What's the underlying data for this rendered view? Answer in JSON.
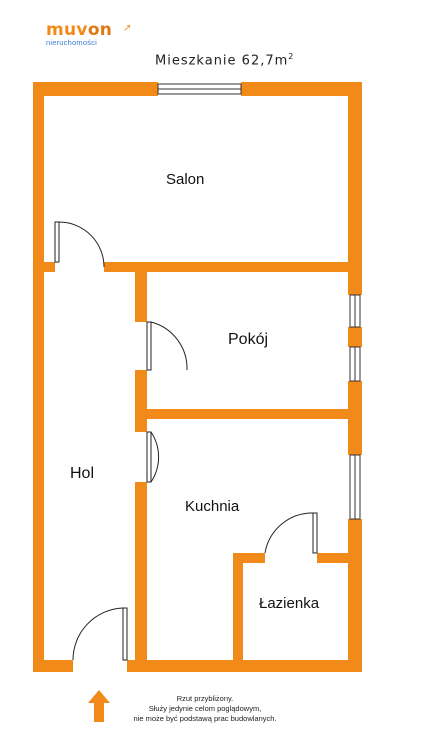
{
  "brand": {
    "name_prefix": "muv",
    "name_suffix": "on",
    "tagline": "nieruchomości",
    "color": "#f28a1a"
  },
  "plan": {
    "title": "Mieszkanie 62,7m",
    "title_sup": "2",
    "wall_color": "#f28a1a",
    "rooms": {
      "salon": "Salon",
      "pokoj": "Pokój",
      "hol": "Hol",
      "kuchnia": "Kuchnia",
      "lazienka": "Łazienka"
    },
    "entrance_icon": "up-arrow-icon"
  },
  "note": {
    "line1": "Rzut przybliżony.",
    "line2": "Służy jedynie celom poglądowym,",
    "line3": "nie może być podstawą prac budowlanych."
  }
}
